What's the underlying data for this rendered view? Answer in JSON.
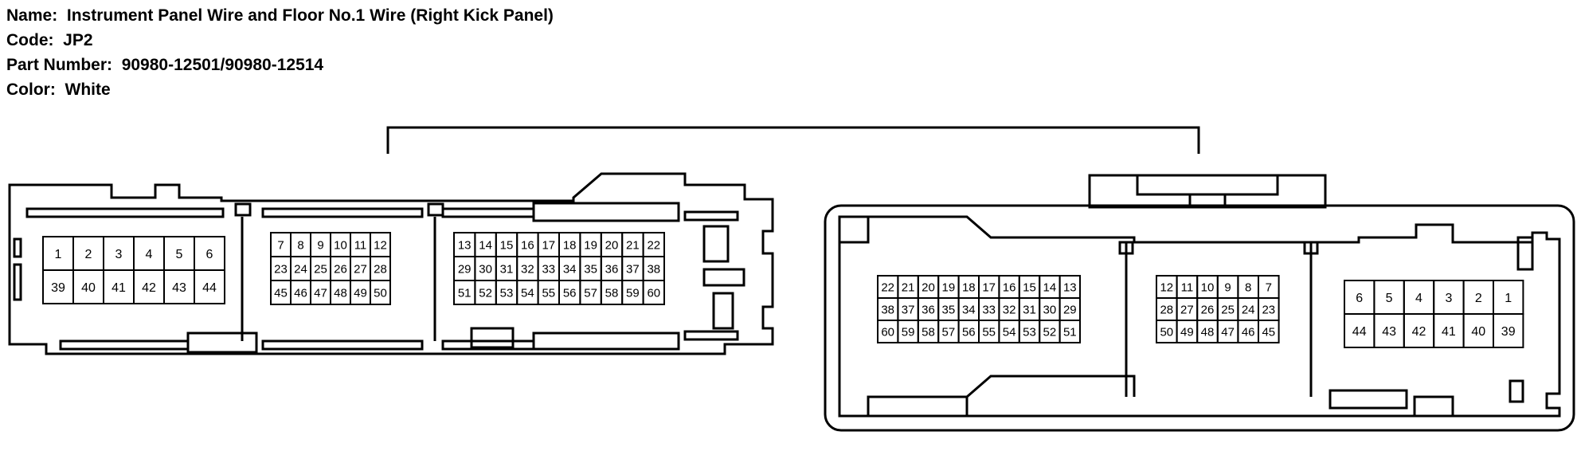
{
  "header": {
    "name_label": "Name:",
    "name_value": "Instrument Panel Wire and Floor No.1 Wire (Right Kick Panel)",
    "code_label": "Code:",
    "code_value": "JP2",
    "part_label": "Part Number:",
    "part_value": "90980-12501/90980-12514",
    "color_label": "Color:",
    "color_value": "White"
  },
  "left_connector": {
    "group1": {
      "rows": [
        [
          "1",
          "2",
          "3",
          "4",
          "5",
          "6"
        ],
        [
          "39",
          "40",
          "41",
          "42",
          "43",
          "44"
        ]
      ]
    },
    "group2": {
      "rows": [
        [
          "7",
          "8",
          "9",
          "10",
          "11",
          "12"
        ],
        [
          "23",
          "24",
          "25",
          "26",
          "27",
          "28"
        ],
        [
          "45",
          "46",
          "47",
          "48",
          "49",
          "50"
        ]
      ]
    },
    "group3": {
      "rows": [
        [
          "13",
          "14",
          "15",
          "16",
          "17",
          "18",
          "19",
          "20",
          "21",
          "22"
        ],
        [
          "29",
          "30",
          "31",
          "32",
          "33",
          "34",
          "35",
          "36",
          "37",
          "38"
        ],
        [
          "51",
          "52",
          "53",
          "54",
          "55",
          "56",
          "57",
          "58",
          "59",
          "60"
        ]
      ]
    }
  },
  "right_connector": {
    "groupA": {
      "rows": [
        [
          "22",
          "21",
          "20",
          "19",
          "18",
          "17",
          "16",
          "15",
          "14",
          "13"
        ],
        [
          "38",
          "37",
          "36",
          "35",
          "34",
          "33",
          "32",
          "31",
          "30",
          "29"
        ],
        [
          "60",
          "59",
          "58",
          "57",
          "56",
          "55",
          "54",
          "53",
          "52",
          "51"
        ]
      ]
    },
    "groupB": {
      "rows": [
        [
          "12",
          "11",
          "10",
          "9",
          "8",
          "7"
        ],
        [
          "28",
          "27",
          "26",
          "25",
          "24",
          "23"
        ],
        [
          "50",
          "49",
          "48",
          "47",
          "46",
          "45"
        ]
      ]
    },
    "groupC": {
      "rows": [
        [
          "6",
          "5",
          "4",
          "3",
          "2",
          "1"
        ],
        [
          "44",
          "43",
          "42",
          "41",
          "40",
          "39"
        ]
      ]
    }
  }
}
